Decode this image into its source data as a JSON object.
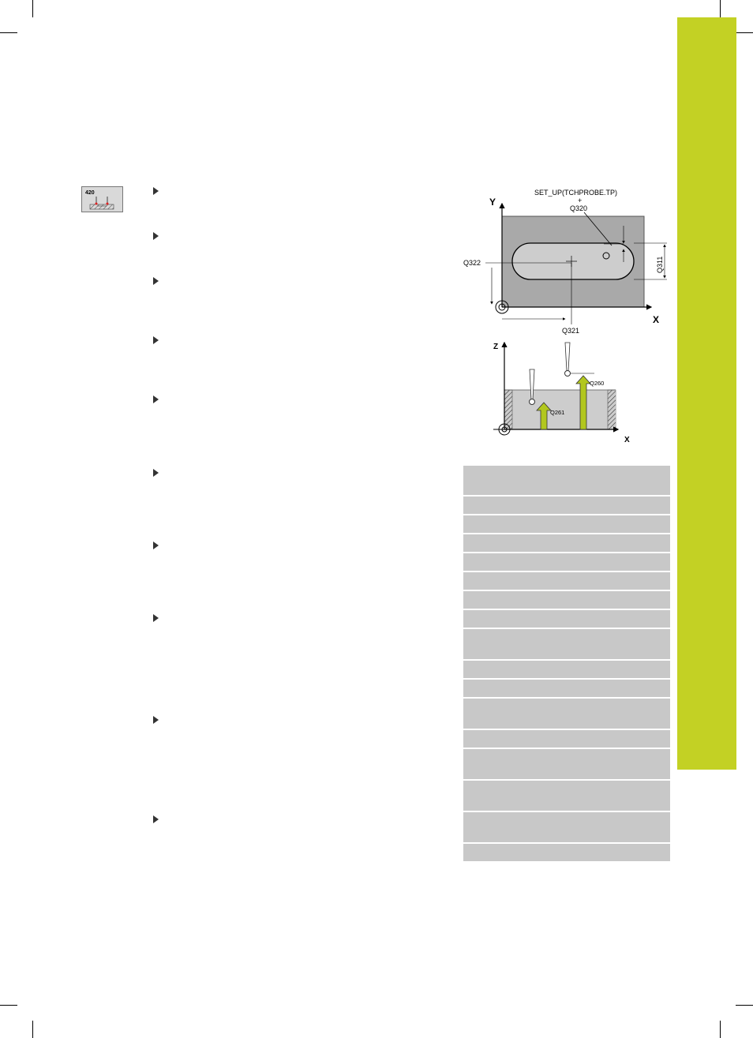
{
  "cycle_icon": {
    "number": "420"
  },
  "diagram_top": {
    "setup_label": "SET_UP(TCHPROBE.TP)",
    "plus_sign": "+",
    "q320": "Q320",
    "q322": "Q322",
    "q311": "Q311",
    "q321": "Q321",
    "axis_y": "Y",
    "axis_x": "X"
  },
  "diagram_bottom": {
    "axis_z": "Z",
    "axis_x": "X",
    "q260": "Q260",
    "q261": "Q261"
  },
  "colors": {
    "accent_green": "#c3d124",
    "arrow_green": "#b2c71e",
    "table_gray": "#c8c8c8",
    "workpiece_gray": "#a9a9a9"
  }
}
